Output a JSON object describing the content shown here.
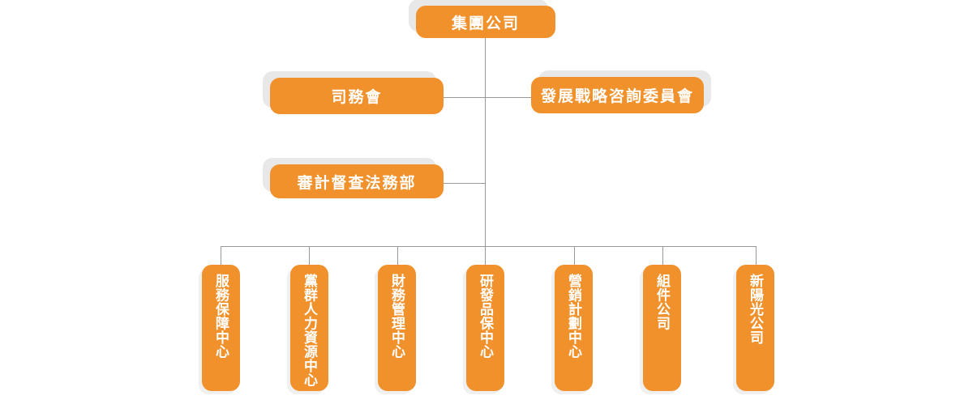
{
  "org": {
    "root": {
      "label": "集團公司"
    },
    "level2": [
      {
        "label": "司務會"
      },
      {
        "label": "發展戰略咨詢委員會"
      }
    ],
    "level3": [
      {
        "label": "審計督查法務部"
      }
    ],
    "departments": [
      {
        "label": "服務保障中心"
      },
      {
        "label": "黨群人力資源中心"
      },
      {
        "label": "財務管理中心"
      },
      {
        "label": "研發品保中心"
      },
      {
        "label": "營銷計劃中心"
      },
      {
        "label": "組件公司"
      },
      {
        "label": "新陽光公司"
      }
    ]
  },
  "colors": {
    "node_fill": "#F0912C",
    "node_text": "#FFFFFF",
    "node_shadow": "#E8E8E8",
    "connector": "#999999",
    "background": "#FFFFFF"
  }
}
